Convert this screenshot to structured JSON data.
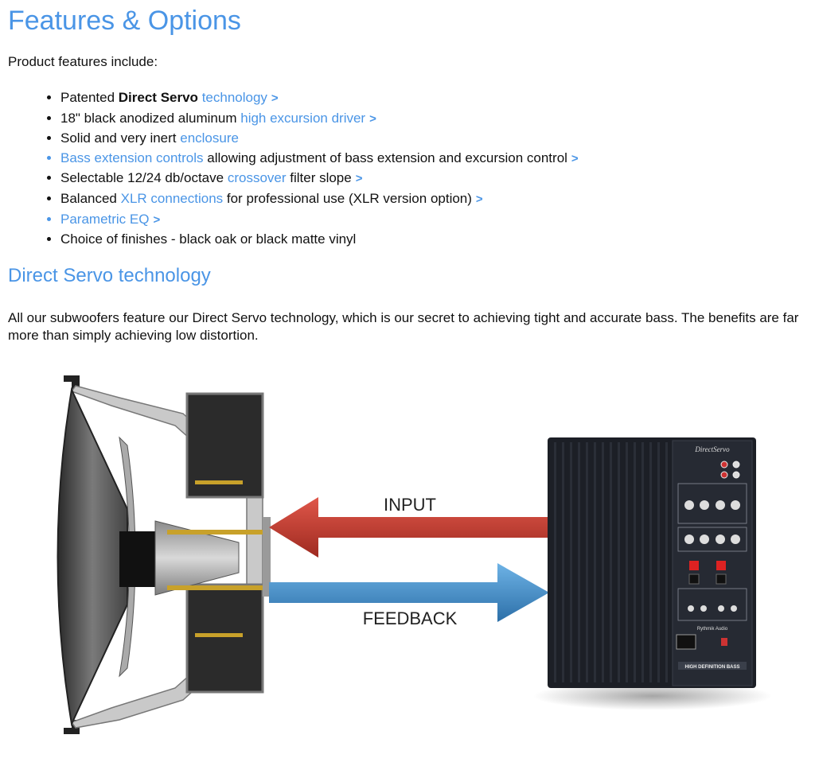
{
  "page": {
    "title": "Features & Options",
    "intro": "Product features include:"
  },
  "features": [
    {
      "pre": "Patented ",
      "bold": "Direct Servo",
      "link": "technology",
      "post": ""
    },
    {
      "pre": "18\" black anodized aluminum ",
      "link": "high excursion driver",
      "post": ""
    },
    {
      "pre": "Solid and very inert ",
      "link": "enclosure",
      "post": ""
    },
    {
      "link": "Bass extension controls",
      "post": " allowing adjustment of bass extension and excursion control"
    },
    {
      "pre": "Selectable 12/24 db/octave ",
      "link": "crossover",
      "post": " filter slope"
    },
    {
      "pre": "Balanced ",
      "link": "XLR connections",
      "post": " for professional use (XLR version option)"
    },
    {
      "link": "Parametric EQ"
    },
    {
      "pre": "Choice of finishes - black oak or black matte vinyl"
    }
  ],
  "section": {
    "heading": "Direct Servo technology",
    "paragraph": "All our subwoofers feature our Direct Servo technology, which is our secret to achieving tight and accurate bass. The benefits are far more than simply achieving low distortion."
  },
  "diagram": {
    "input_label": "INPUT",
    "feedback_label": "FEEDBACK",
    "panel_brand": "DirectServo",
    "panel_maker": "Rythmik Audio",
    "panel_footer": "HIGH DEFINITION BASS",
    "colors": {
      "link": "#4a95e6",
      "input_arrow": "#c0392b",
      "feedback_arrow": "#3d8ccb",
      "panel": "#1c1f26"
    },
    "icons": [
      "chevron-right-icon"
    ]
  }
}
